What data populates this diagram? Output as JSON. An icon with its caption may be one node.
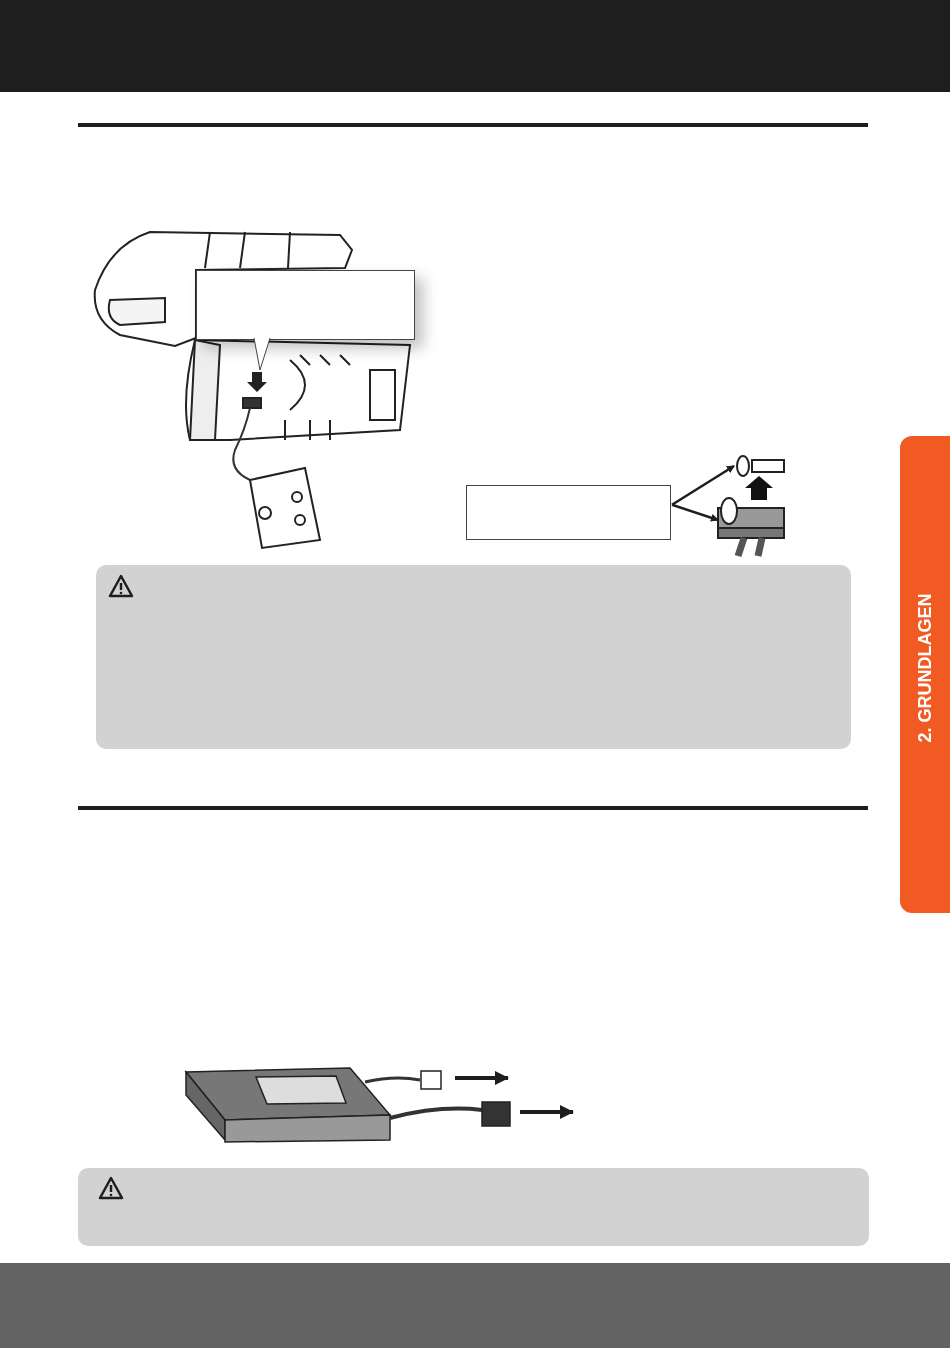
{
  "diagram": {
    "nodes": [
      {
        "text": [],
        "shape": "box"
      },
      {
        "text": [],
        "shape": "box"
      }
    ],
    "edges": [
      {
        "from": 1,
        "to": null,
        "arrow": "to"
      },
      {
        "from": 1,
        "to": null,
        "arrow": "to"
      }
    ],
    "labels": [
      "2. GRUNDLAGEN"
    ]
  }
}
